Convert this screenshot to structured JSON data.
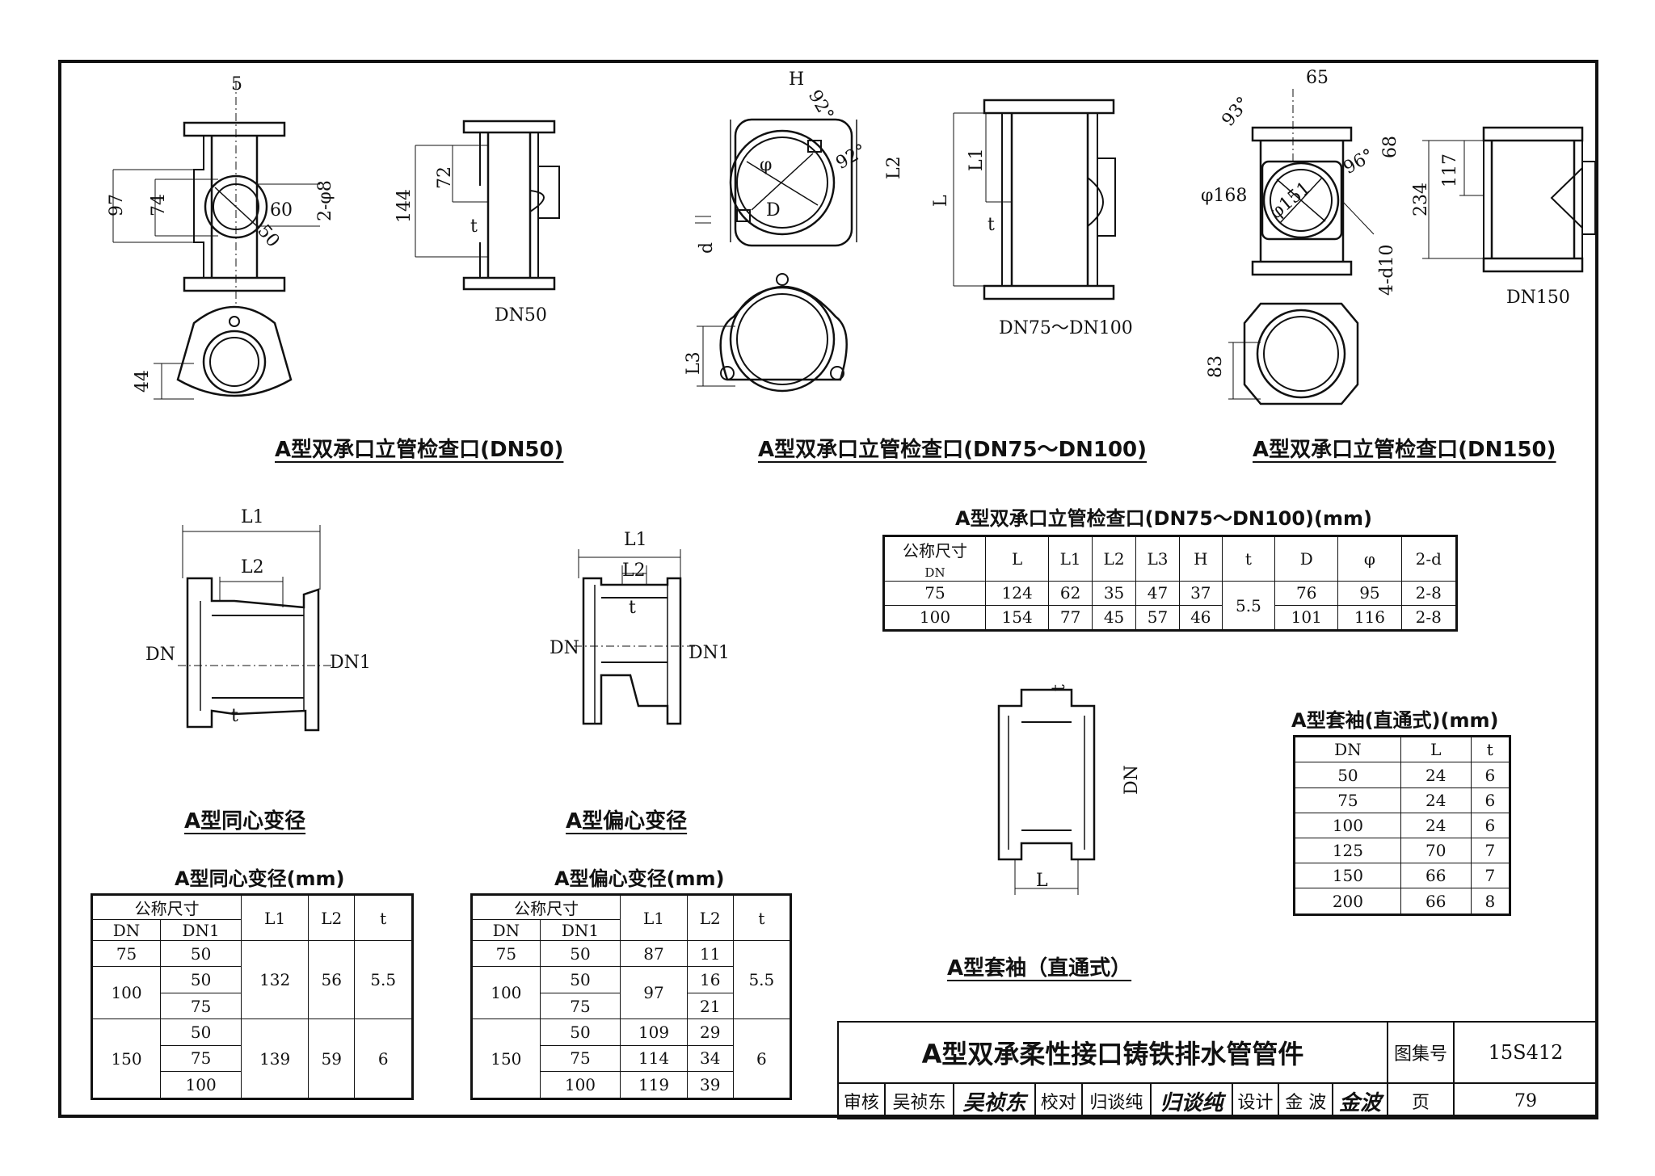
{
  "views": {
    "dn50": {
      "caption": "A型双承口立管检查口(DN50)",
      "sub": "DN50",
      "dims": [
        "5",
        "97",
        "74",
        "60",
        "50",
        "2-φ8",
        "144",
        "72",
        "t",
        "44"
      ]
    },
    "dn75": {
      "caption": "A型双承口立管检查口(DN75～DN100)",
      "sub": "DN75～DN100",
      "dims": [
        "H",
        "92°",
        "92°",
        "L2",
        "φ",
        "D",
        "d",
        "L3",
        "L",
        "L1",
        "t"
      ]
    },
    "dn150": {
      "caption": "A型双承口立管检查口(DN150)",
      "sub": "DN150",
      "dims": [
        "65",
        "93°",
        "96°",
        "68",
        "φ168",
        "φ151",
        "4-d10",
        "117",
        "234",
        "83"
      ]
    },
    "conc": {
      "caption": "A型同心变径",
      "dims": [
        "L1",
        "L2",
        "DN",
        "DN1",
        "t"
      ]
    },
    "ecc": {
      "caption": "A型偏心变径",
      "dims": [
        "L1",
        "L2",
        "DN",
        "DN1",
        "t"
      ]
    },
    "sleeve": {
      "caption": "A型套袖（直通式）",
      "dims": [
        "t",
        "DN",
        "L"
      ]
    }
  },
  "tables": {
    "inspect": {
      "title": "A型双承口立管检查口(DN75～DN100)(mm)",
      "header": [
        "公称尺寸",
        "DN",
        "L",
        "L1",
        "L2",
        "L3",
        "H",
        "t",
        "D",
        "φ",
        "2-d"
      ],
      "rows": [
        [
          "75",
          "124",
          "62",
          "35",
          "47",
          "37",
          "76",
          "95",
          "2-8"
        ],
        [
          "100",
          "154",
          "77",
          "45",
          "57",
          "46",
          "101",
          "116",
          "2-8"
        ]
      ],
      "t_merged": "5.5"
    },
    "sleeve": {
      "title": "A型套袖(直通式)(mm)",
      "header": [
        "DN",
        "L",
        "t"
      ],
      "rows": [
        [
          "50",
          "24",
          "6"
        ],
        [
          "75",
          "24",
          "6"
        ],
        [
          "100",
          "24",
          "6"
        ],
        [
          "125",
          "70",
          "7"
        ],
        [
          "150",
          "66",
          "7"
        ],
        [
          "200",
          "66",
          "8"
        ]
      ]
    },
    "conc": {
      "title": "A型同心变径(mm)",
      "header": [
        "公称尺寸",
        "DN",
        "DN1",
        "L1",
        "L2",
        "t"
      ],
      "rows": [
        [
          "75",
          "50",
          "132",
          "56",
          "5.5"
        ],
        [
          "100",
          "50",
          "",
          "",
          ""
        ],
        [
          "",
          "75",
          "",
          "",
          ""
        ],
        [
          "150",
          "50",
          "139",
          "59",
          "6"
        ],
        [
          "",
          "75",
          "",
          "",
          ""
        ],
        [
          "",
          "100",
          "",
          "",
          ""
        ]
      ]
    },
    "ecc": {
      "title": "A型偏心变径(mm)",
      "header": [
        "公称尺寸",
        "DN",
        "DN1",
        "L1",
        "L2",
        "t"
      ],
      "rows": [
        [
          "75",
          "50",
          "87",
          "11",
          "5.5"
        ],
        [
          "100",
          "50",
          "97",
          "16",
          ""
        ],
        [
          "",
          "75",
          "",
          "21",
          ""
        ],
        [
          "150",
          "50",
          "109",
          "29",
          "6"
        ],
        [
          "",
          "75",
          "114",
          "34",
          ""
        ],
        [
          "",
          "100",
          "119",
          "39",
          ""
        ]
      ]
    }
  },
  "titleblock": {
    "title": "A型双承柔性接口铸铁排水管管件",
    "atlas_label": "图集号",
    "atlas_no": "15S412",
    "review_label": "审核",
    "reviewer": "吴祯东",
    "reviewer_sig": "吴祯东",
    "check_label": "校对",
    "checker": "归谈纯",
    "checker_sig": "归谈纯",
    "design_label": "设计",
    "designer": "金 波",
    "designer_sig": "金波",
    "page_label": "页",
    "page_no": "79"
  }
}
